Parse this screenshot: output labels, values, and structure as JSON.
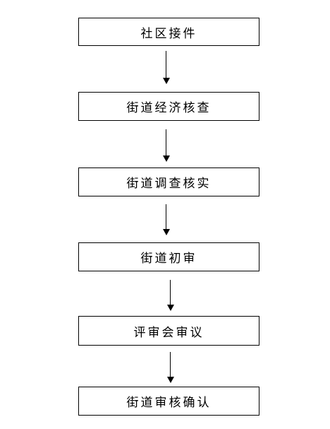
{
  "flowchart": {
    "steps": [
      {
        "label": "社区接件"
      },
      {
        "label": "街道经济核查"
      },
      {
        "label": "街道调查核实"
      },
      {
        "label": "街道初审"
      },
      {
        "label": "评审会审议"
      },
      {
        "label": "街道审核确认"
      }
    ],
    "colors": {
      "border": "#000000",
      "text": "#000000",
      "background": "#ffffff"
    }
  }
}
